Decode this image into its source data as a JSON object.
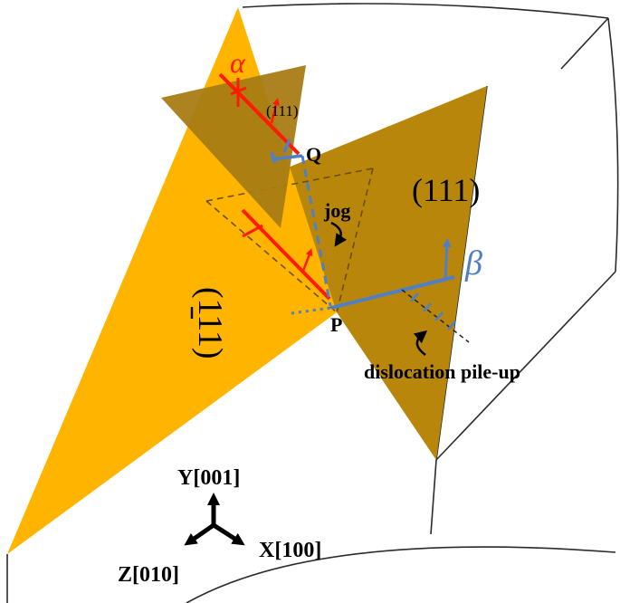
{
  "colors": {
    "plane_111bar": "#FFB400",
    "plane_111": "#B8860B",
    "plane_small": "#A87C14",
    "red": "#FF1A00",
    "blue": "#4F7FC6",
    "black": "#000000",
    "frame": "#2b2b2b"
  },
  "labels": {
    "alpha": "α",
    "beta": "β",
    "small_plane": "(111)",
    "plane_111": "(111)",
    "plane_111bar": "(111)",
    "point_q": "Q",
    "point_p": "P",
    "jog": "jog",
    "pileup": "dislocation pile-up"
  },
  "axes": {
    "y": "Y[001]",
    "x": "X[100]",
    "z": "Z[010]"
  }
}
